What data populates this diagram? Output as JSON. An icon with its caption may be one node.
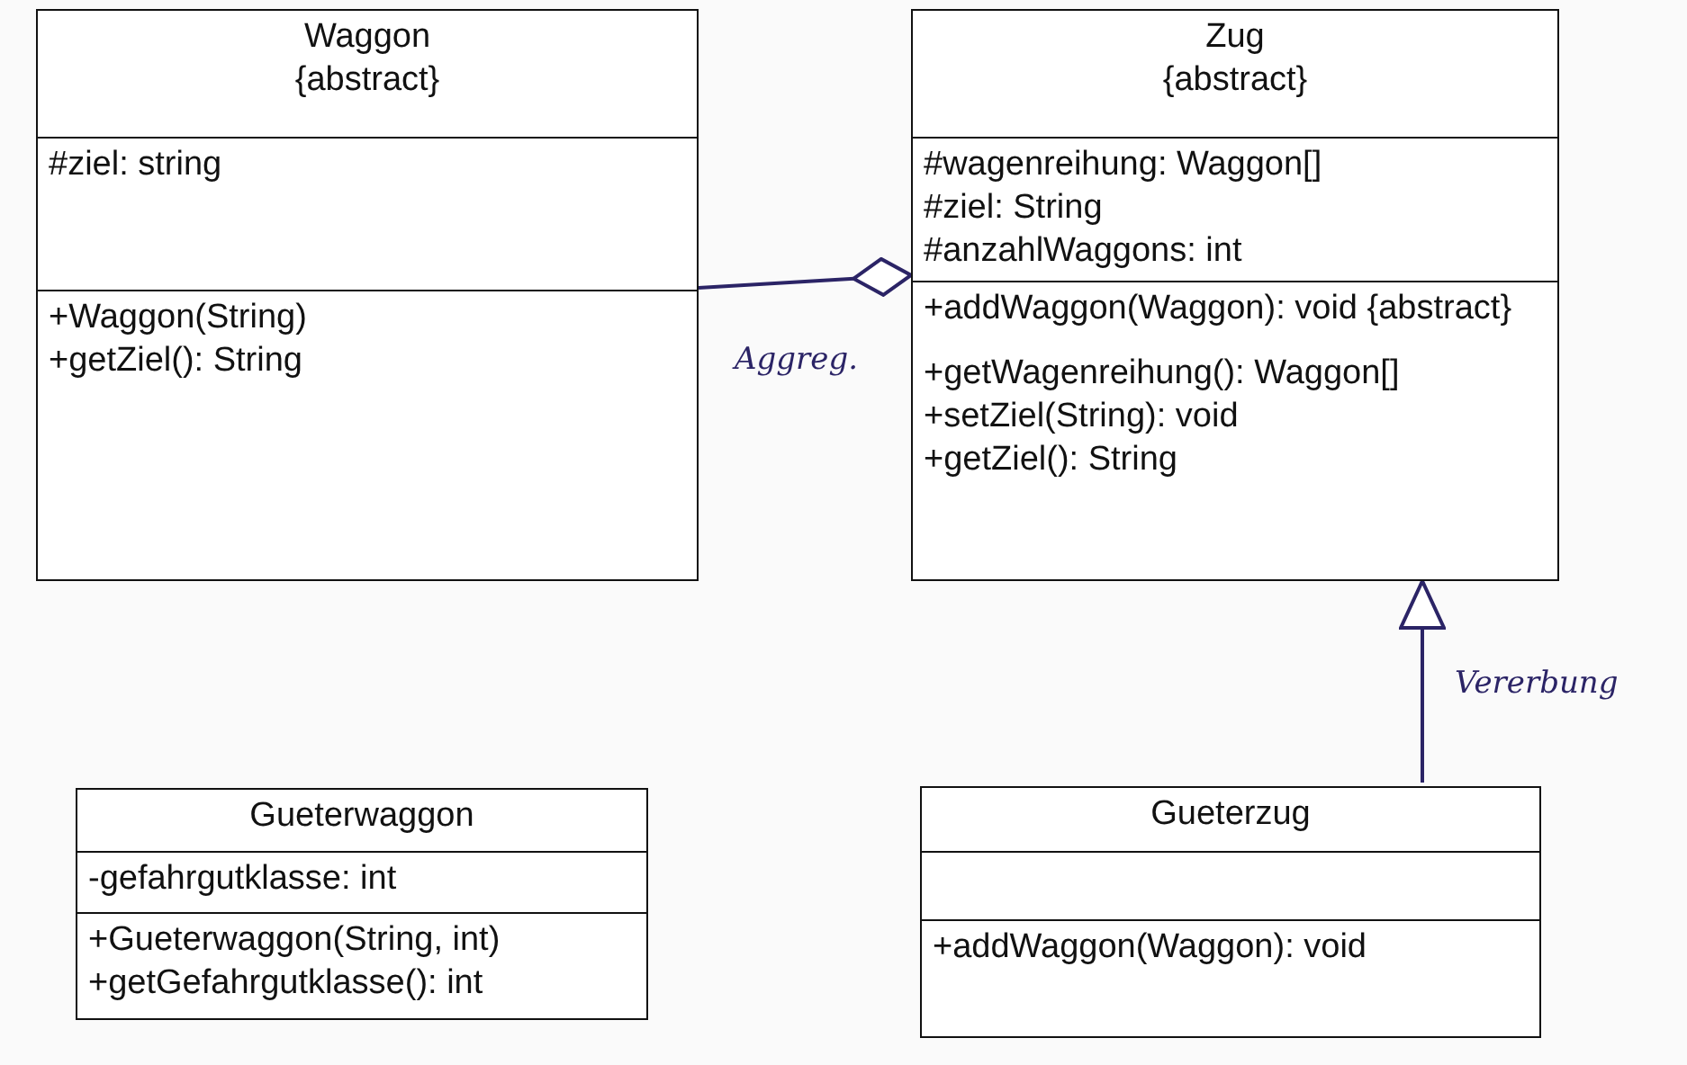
{
  "diagram": {
    "nodes": [
      {
        "text": [
          "Waggon",
          "{abstract}",
          "#ziel: string",
          "+Waggon(String)",
          "+getZiel(): String"
        ]
      },
      {
        "text": [
          "Zug",
          "{abstract}",
          "#wagenreihung: Waggon[]",
          "#ziel: String",
          "#anzahlWaggons: int",
          "+addWaggon(Waggon): void {abstract}",
          "+getWagenreihung(): Waggon[]",
          "+setZiel(String): void",
          "+getZiel(): String"
        ]
      },
      {
        "text": [
          "Gueterwaggon",
          "-gefahrgutklasse: int",
          "+Gueterwaggon(String, int)",
          "+getGefahrgutklasse(): int"
        ]
      },
      {
        "text": [
          "Gueterzug",
          "+addWaggon(Waggon): void"
        ]
      }
    ],
    "edges": [
      {
        "from": 0,
        "to": 1,
        "arrow": "other",
        "label": "Aggreg."
      },
      {
        "from": 3,
        "to": 1,
        "arrow": "to",
        "label": "Vererbung"
      }
    ]
  }
}
